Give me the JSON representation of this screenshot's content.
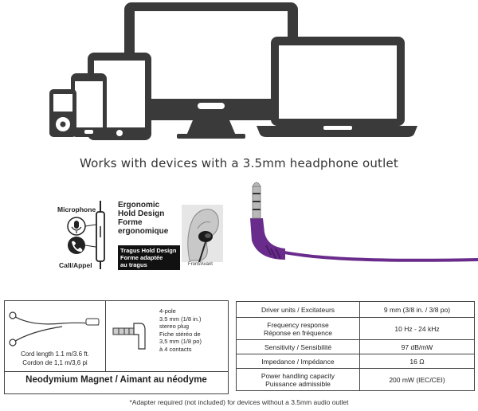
{
  "header": {
    "compatibility_text": "Works with devices with a 3.5mm headphone outlet"
  },
  "devices": {
    "icons": [
      "music-player-icon",
      "phone-icon",
      "tablet-icon",
      "desktop-monitor-icon",
      "laptop-icon"
    ],
    "color": "#3a3a3a"
  },
  "controls": {
    "microphone_label": "Microphone",
    "call_label": "Call/Appel",
    "ergonomic_en_1": "Ergonomic",
    "ergonomic_en_2": "Hold Design",
    "ergonomic_fr_1": "Forme",
    "ergonomic_fr_2": "ergonomique",
    "tragus_1": "Tragus Hold Design",
    "tragus_2": "Forme adaptée",
    "tragus_3": "au tragus",
    "front_label": "Front/Avant"
  },
  "cable": {
    "color": "#6a2c8c",
    "cord_en": "Cord length 1.1 m/3.6 ft.",
    "cord_fr": "Cordon de 1,1 m/3,6 pi",
    "plug_spec_lines": [
      "4-pole",
      "3.5 mm (1/8 in.)",
      "stereo plug",
      "Fiche stéréo de",
      "3,5 mm (1/8 po)",
      "à 4 contacts"
    ],
    "magnet_label": "Neodymium Magnet / Aimant au néodyme"
  },
  "specs": [
    {
      "label": "Driver units / Excitateurs",
      "value": "9 mm (3/8 in. / 3/8 po)"
    },
    {
      "label": "Frequency response\nRéponse en fréquence",
      "value": "10 Hz - 24 kHz"
    },
    {
      "label": "Sensitivity / Sensibilité",
      "value": "97 dB/mW"
    },
    {
      "label": "Impedance / Impédance",
      "value": "16 Ω"
    },
    {
      "label": "Power handling capacity\nPuissance admissible",
      "value": "200 mW (IEC/CEI)"
    }
  ],
  "footnote": "*Adapter required (not included) for devices without a 3.5mm audio outlet"
}
